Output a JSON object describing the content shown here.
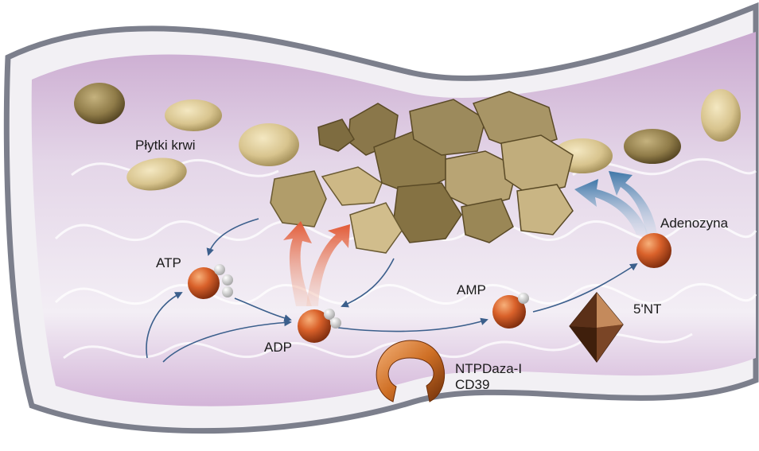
{
  "labels": {
    "platelets": "Płytki krwi",
    "atp": "ATP",
    "adp": "ADP",
    "amp": "AMP",
    "adenosine": "Adenozyna",
    "nt5": "5'NT",
    "ntpdase_line1": "NTPDaza-I",
    "ntpdase_line2": "CD39"
  },
  "colors": {
    "vessel_outline": "#7c7f8c",
    "vessel_wall": "#d8c2dc",
    "vessel_lumen": "#ece6f0",
    "platelet": "#d8c48e",
    "aggregate": "#9c8a5c",
    "molecule": "#d9612a",
    "phosphate": "#e8e8e8",
    "flow_arrow": "#3b5f8c",
    "release_arrow_red": "#e8704a",
    "release_arrow_blue": "#5d8fb8",
    "enzyme_ring": "#cf7026",
    "enzyme_crystal": "#6b3d25"
  },
  "icons": {
    "ntpdase": "horseshoe-enzyme-icon",
    "nt5": "octahedron-enzyme-icon"
  }
}
